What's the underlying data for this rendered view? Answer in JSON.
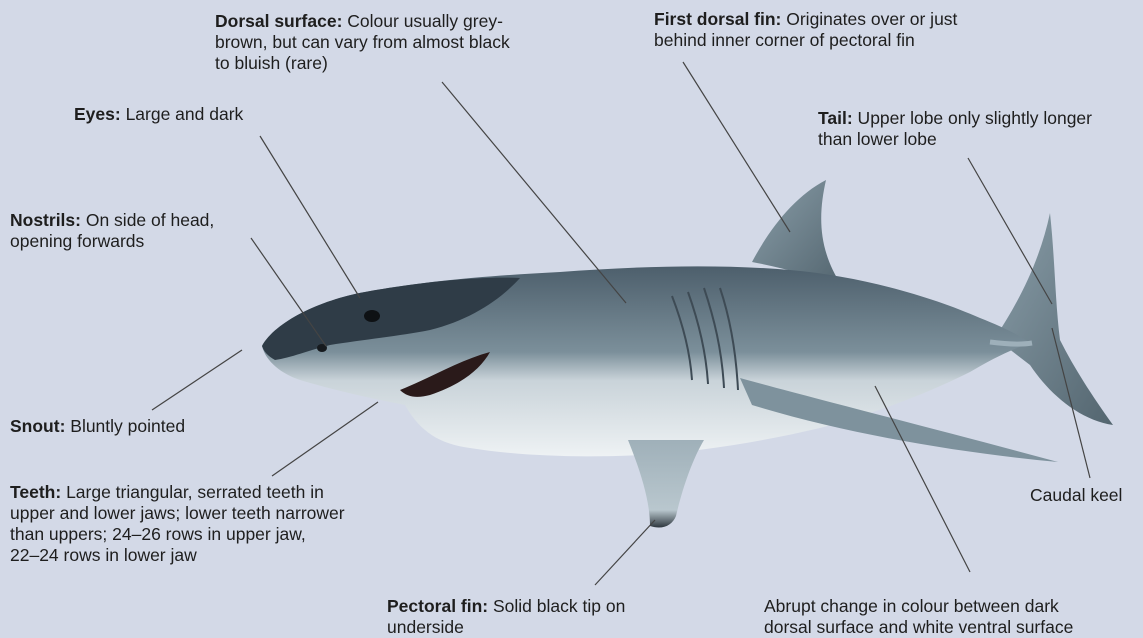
{
  "colors": {
    "background": "#d3d9e7",
    "leader_line": "#444444",
    "shark_dorsal": "#5b6f7c",
    "shark_dark": "#2a3540",
    "shark_ventral": "#e6ebee"
  },
  "labels": {
    "dorsal_surface": {
      "title": "Dorsal surface:",
      "text": " Colour usually grey-",
      "line2": "brown, but can vary from almost black",
      "line3": "to bluish (rare)"
    },
    "first_dorsal_fin": {
      "title": "First dorsal fin:",
      "text": " Originates over or just",
      "line2": "behind inner corner of pectoral fin"
    },
    "eyes": {
      "title": "Eyes:",
      "text": " Large and dark"
    },
    "tail": {
      "title": "Tail:",
      "text": " Upper lobe only slightly longer",
      "line2": "than lower lobe"
    },
    "nostrils": {
      "title": "Nostrils:",
      "text": " On side of head,",
      "line2": "opening forwards"
    },
    "snout": {
      "title": "Snout:",
      "text": " Bluntly pointed"
    },
    "teeth": {
      "title": "Teeth:",
      "text": " Large triangular, serrated teeth in",
      "line2": "upper and lower jaws; lower teeth narrower",
      "line3": "than uppers; 24–26 rows in upper jaw,",
      "line4": "22–24 rows in lower jaw"
    },
    "caudal_keel": {
      "text": "Caudal keel"
    },
    "pectoral_fin": {
      "title": "Pectoral fin:",
      "text": " Solid black tip on",
      "line2": "underside"
    },
    "colour_change": {
      "line1": "Abrupt change in colour between dark",
      "line2": "dorsal surface and white ventral surface"
    }
  }
}
